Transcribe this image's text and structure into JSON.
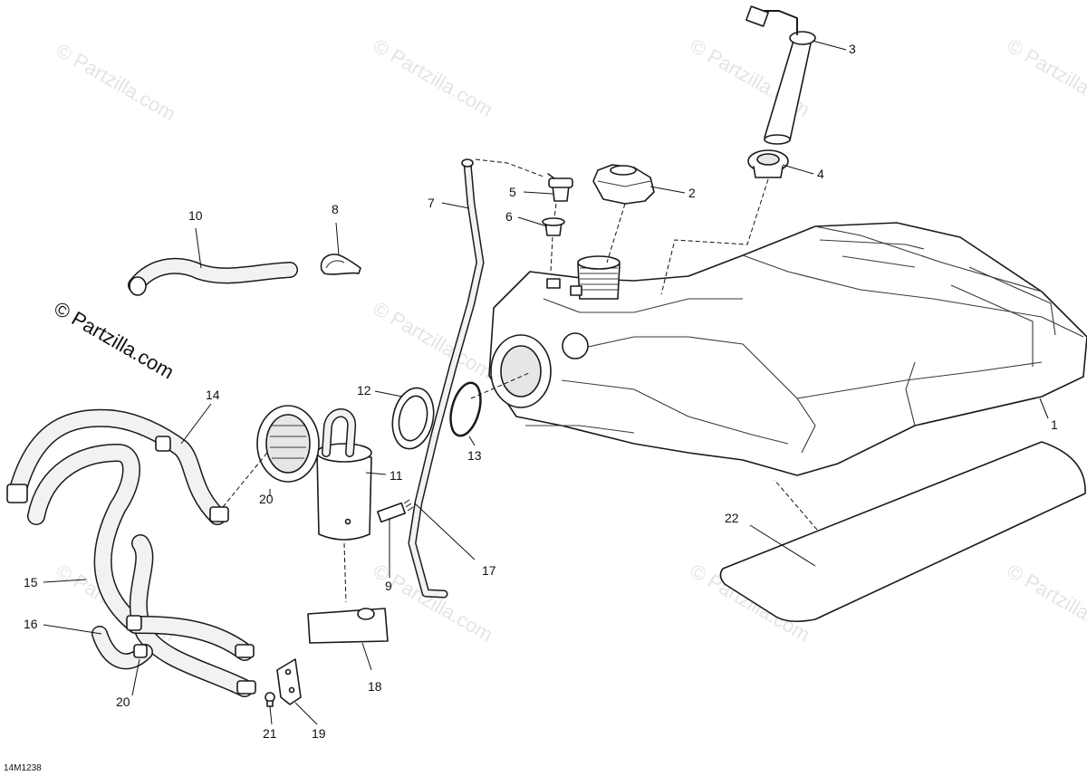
{
  "watermark": "© Partzilla.com",
  "drawing_code": "14M1238",
  "callouts": {
    "c1": "1",
    "c2": "2",
    "c3": "3",
    "c4": "4",
    "c5": "5",
    "c6": "6",
    "c7": "7",
    "c8": "8",
    "c9": "9",
    "c10": "10",
    "c11": "11",
    "c12": "12",
    "c13": "13",
    "c14": "14",
    "c15": "15",
    "c16": "16",
    "c17": "17",
    "c18": "18",
    "c19": "19",
    "c20a": "20",
    "c20b": "20",
    "c21": "21",
    "c22": "22"
  }
}
